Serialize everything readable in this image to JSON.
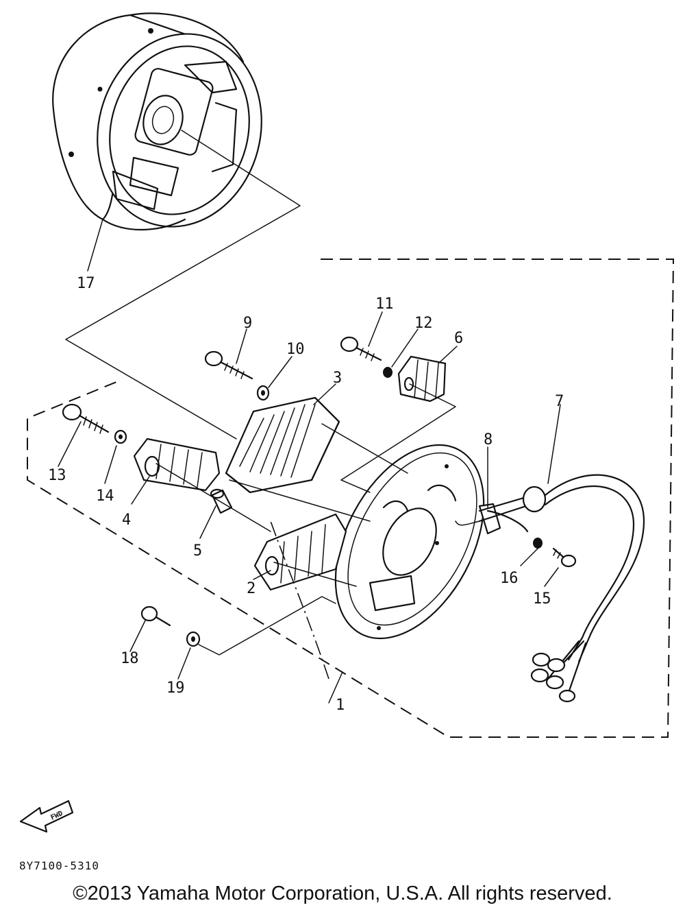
{
  "labels": {
    "p1": "1",
    "p2": "2",
    "p3": "3",
    "p4": "4",
    "p5": "5",
    "p6": "6",
    "p7": "7",
    "p8": "8",
    "p9": "9",
    "p10": "10",
    "p11": "11",
    "p12": "12",
    "p13": "13",
    "p14": "14",
    "p15": "15",
    "p16": "16",
    "p17": "17",
    "p18": "18",
    "p19": "19"
  },
  "fwd_arrow_text": "FWD",
  "diagram_code": "8Y7100-5310",
  "copyright": "©2013 Yamaha Motor Corporation, U.S.A. All rights reserved."
}
